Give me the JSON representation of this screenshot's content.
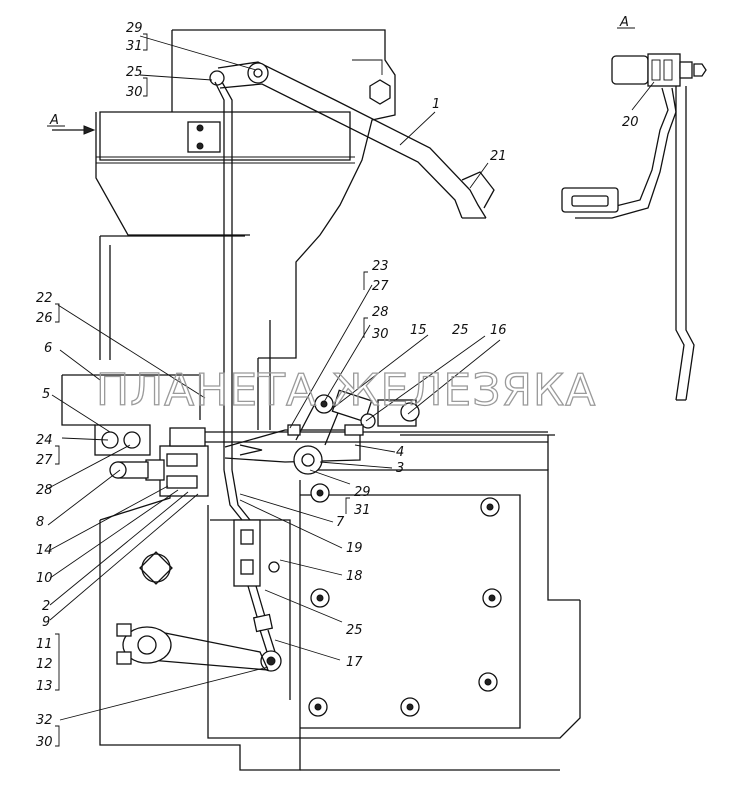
{
  "watermark": "ПЛАНЕТА ЖЕЛЕЗЯКА",
  "view_marker_left": "А",
  "view_marker_right": "А",
  "callouts": {
    "c29_31_top": [
      "29",
      "31"
    ],
    "c25_30_top": [
      "25",
      "30"
    ],
    "c1": "1",
    "c21": "21",
    "c20": "20",
    "c23_27": [
      "23",
      "27"
    ],
    "c22_26": [
      "22",
      "26"
    ],
    "c28_30": [
      "28",
      "30"
    ],
    "c15": "15",
    "c25_mid": "25",
    "c16": "16",
    "c6": "6",
    "c5": "5",
    "c24_27": [
      "24",
      "27"
    ],
    "c28_left": "28",
    "c4": "4",
    "c3": "3",
    "c29_31_mid": [
      "29",
      "31"
    ],
    "c8": "8",
    "c7": "7",
    "c14": "14",
    "c19": "19",
    "c10": "10",
    "c18": "18",
    "c2": "2",
    "c9": "9",
    "c25_low": "25",
    "c11_13": [
      "11",
      "12",
      "13"
    ],
    "c17": "17",
    "c32_30": [
      "32",
      "30"
    ]
  }
}
